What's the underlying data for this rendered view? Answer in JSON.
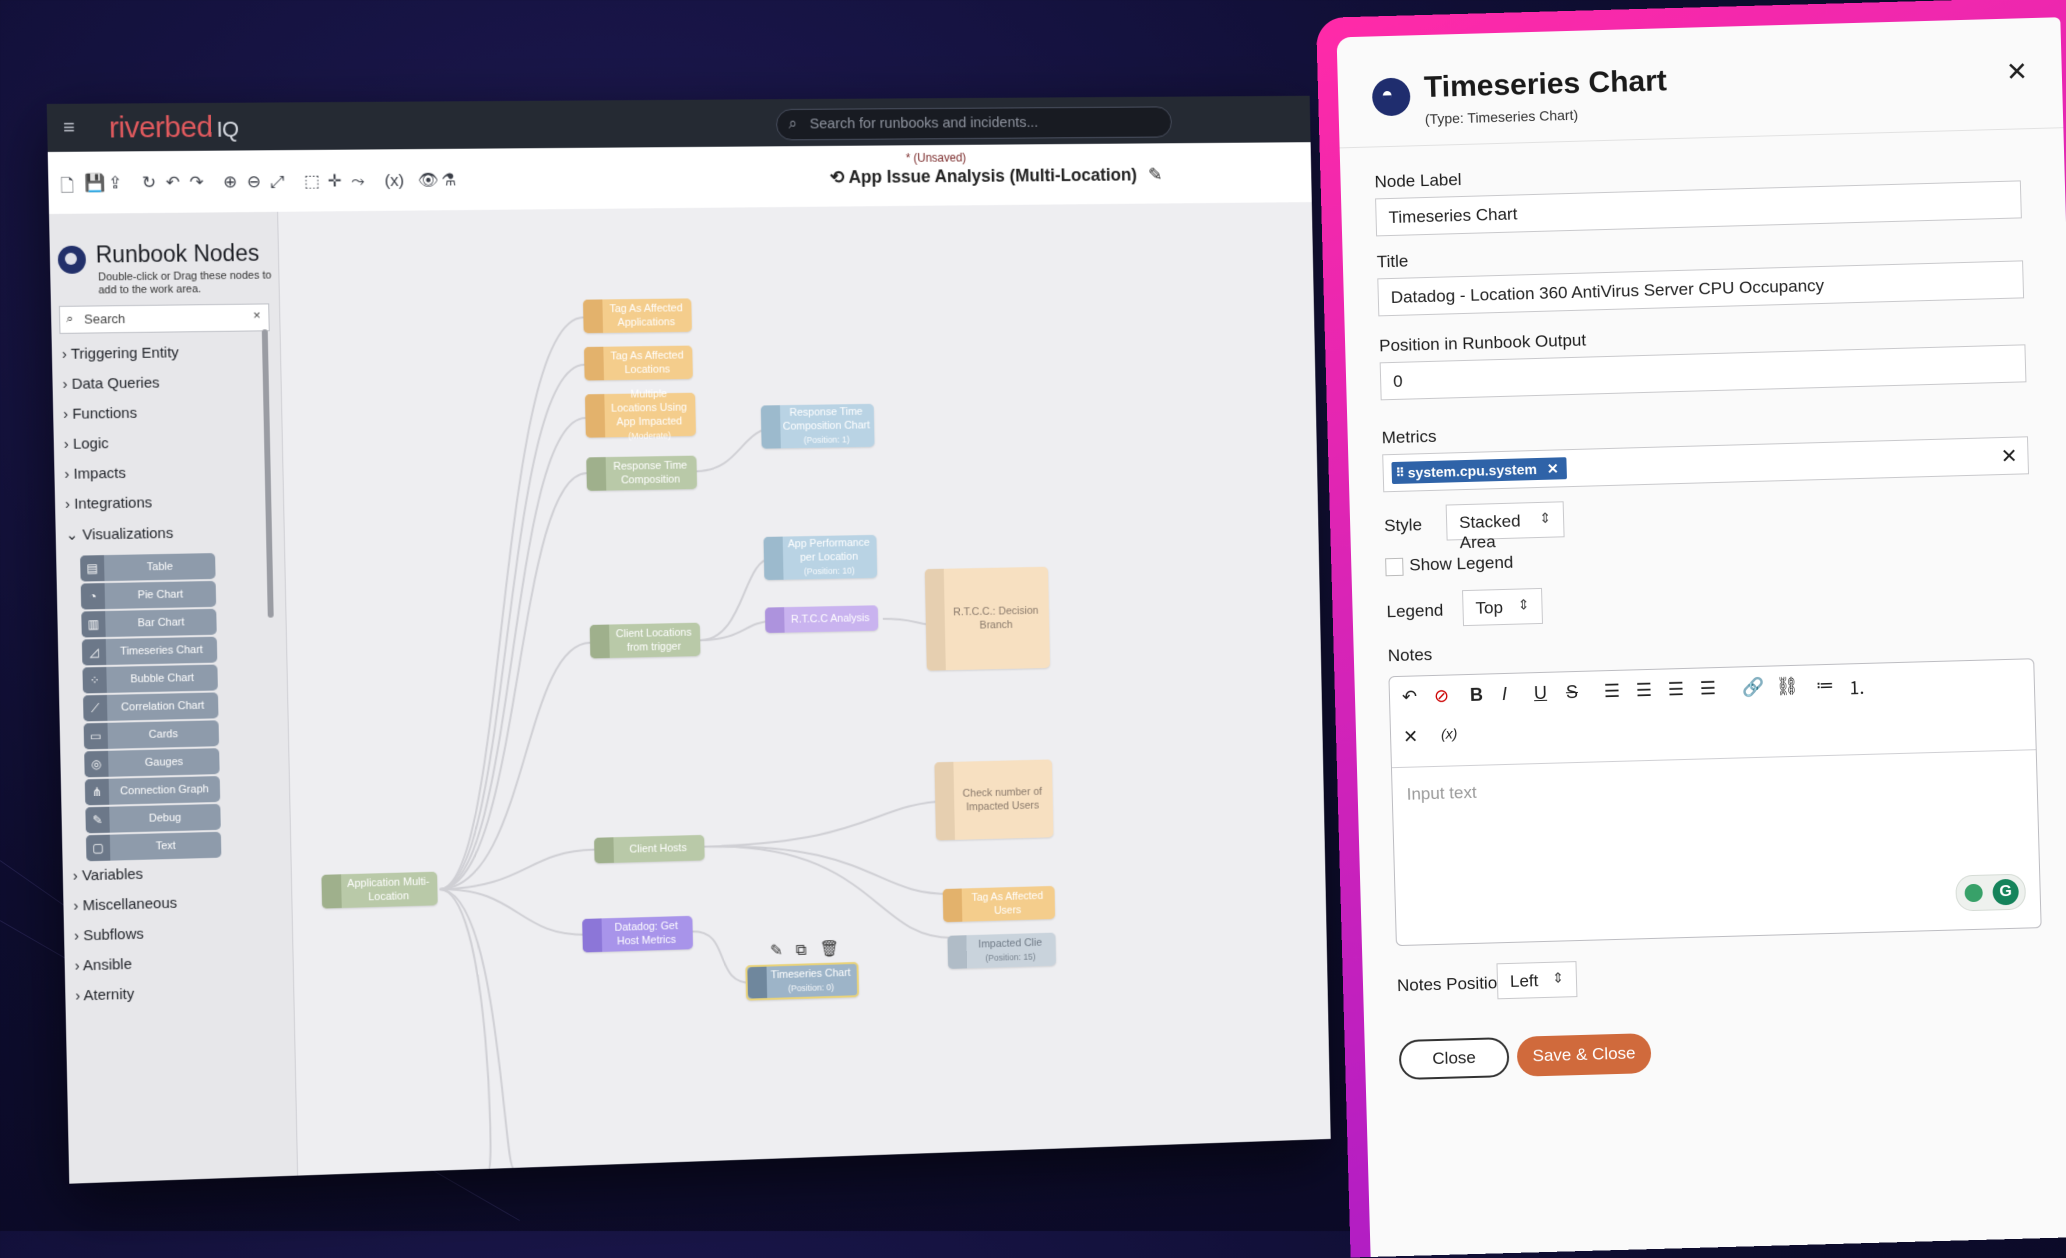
{
  "app": {
    "brand": "riverbed",
    "brand_suffix": "IQ",
    "search_placeholder": "Search for runbooks and incidents...",
    "unsaved_label": "* (Unsaved)",
    "doc_title": "App Issue Analysis (Multi-Location)"
  },
  "sidebar": {
    "title": "Runbook Nodes",
    "subtitle": "Double-click or Drag these nodes to add to the work area.",
    "search_placeholder": "Search",
    "categories_top": [
      "Triggering Entity",
      "Data Queries",
      "Functions",
      "Logic",
      "Impacts",
      "Integrations"
    ],
    "open_category": "Visualizations",
    "visualizations": [
      {
        "label": "Table",
        "icon": "table-icon"
      },
      {
        "label": "Pie Chart",
        "icon": "pie-chart-icon"
      },
      {
        "label": "Bar Chart",
        "icon": "bar-chart-icon"
      },
      {
        "label": "Timeseries Chart",
        "icon": "timeseries-chart-icon"
      },
      {
        "label": "Bubble Chart",
        "icon": "bubble-chart-icon"
      },
      {
        "label": "Correlation Chart",
        "icon": "correlation-chart-icon"
      },
      {
        "label": "Cards",
        "icon": "cards-icon"
      },
      {
        "label": "Gauges",
        "icon": "gauge-icon"
      },
      {
        "label": "Connection Graph",
        "icon": "connection-graph-icon"
      },
      {
        "label": "Debug",
        "icon": "debug-icon"
      },
      {
        "label": "Text",
        "icon": "text-icon"
      }
    ],
    "categories_bottom": [
      "Variables",
      "Miscellaneous",
      "Subflows",
      "Ansible",
      "Aternity"
    ]
  },
  "canvas": {
    "nodes": {
      "tag_apps": "Tag As Affected Applications",
      "tag_locations": "Tag As Affected Locations",
      "multi_locations": "Multiple Locations Using App Impacted",
      "multi_locations_sub": "(Moderate)",
      "resp_comp": "Response Time Composition",
      "resp_chart": "Response Time Composition Chart",
      "resp_chart_sub": "(Position: 1)",
      "app_perf": "App Performance per Location",
      "app_perf_sub": "(Position: 10)",
      "client_locations": "Client Locations from trigger",
      "rtcc": "R.T.C.C Analysis",
      "rtcc_branch": "R.T.C.C.: Decision Branch",
      "check_users": "Check number of Impacted Users",
      "app_multi": "Application Multi-Location",
      "client_hosts": "Client Hosts",
      "tag_users": "Tag As Affected Users",
      "impacted_clients": "Impacted Clie",
      "impacted_clients_sub": "(Position: 15)",
      "datadog_metrics": "Datadog: Get Host Metrics",
      "timeseries": "Timeseries Chart",
      "timeseries_sub": "(Position: 0)"
    }
  },
  "dialog": {
    "title": "Timeseries Chart",
    "type": "(Type: Timeseries Chart)",
    "node_label_lbl": "Node Label",
    "node_label_val": "Timeseries Chart",
    "title_lbl": "Title",
    "title_val": "Datadog - Location 360 AntiVirus Server CPU Occupancy",
    "position_lbl": "Position in Runbook Output",
    "position_val": "0",
    "metrics_lbl": "Metrics",
    "metric_chip": "system.cpu.system",
    "style_lbl": "Style",
    "style_val": "Stacked Area",
    "show_legend_lbl": "Show Legend",
    "legend_lbl": "Legend",
    "legend_val": "Top",
    "notes_lbl": "Notes",
    "notes_placeholder": "Input text",
    "notes_position_lbl": "Notes Position",
    "notes_position_val": "Left",
    "close_btn": "Close",
    "save_btn": "Save & Close"
  },
  "colors": {
    "accent_pink": "#ff2aa8",
    "accent_purple": "#a21bc9",
    "save_button": "#d06a3c",
    "chip_blue": "#2f63a8",
    "brand_red": "#e25a5e"
  }
}
